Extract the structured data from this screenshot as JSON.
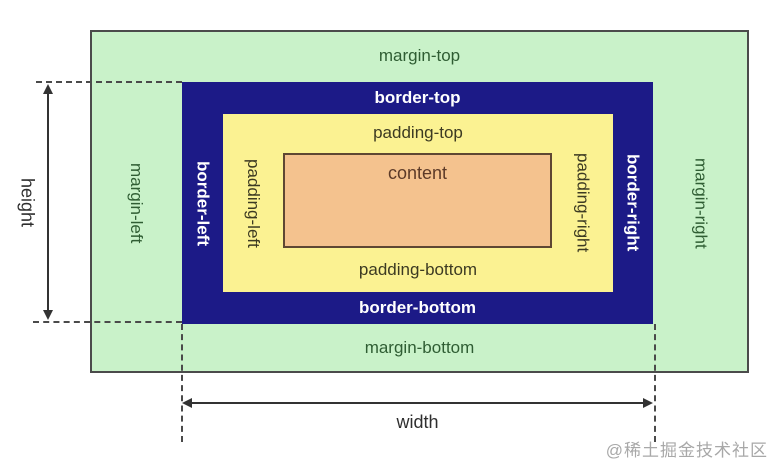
{
  "boxes": {
    "margin": {
      "top": "margin-top",
      "bottom": "margin-bottom",
      "left": "margin-left",
      "right": "margin-right",
      "fill": "#c9f2c9",
      "label_color": "#2f5d33"
    },
    "border": {
      "top": "border-top",
      "bottom": "border-bottom",
      "left": "border-left",
      "right": "border-right",
      "fill": "#1c1a87",
      "label_color": "#ffffff"
    },
    "padding": {
      "top": "padding-top",
      "bottom": "padding-bottom",
      "left": "padding-left",
      "right": "padding-right",
      "fill": "#fbf292",
      "label_color": "#3c3a22"
    },
    "content": {
      "label": "content",
      "fill": "#f4c28e",
      "label_color": "#5c3a28"
    }
  },
  "dimensions": {
    "width": "width",
    "height": "height"
  },
  "watermark": {
    "text": "@稀土掘金技术社区"
  }
}
